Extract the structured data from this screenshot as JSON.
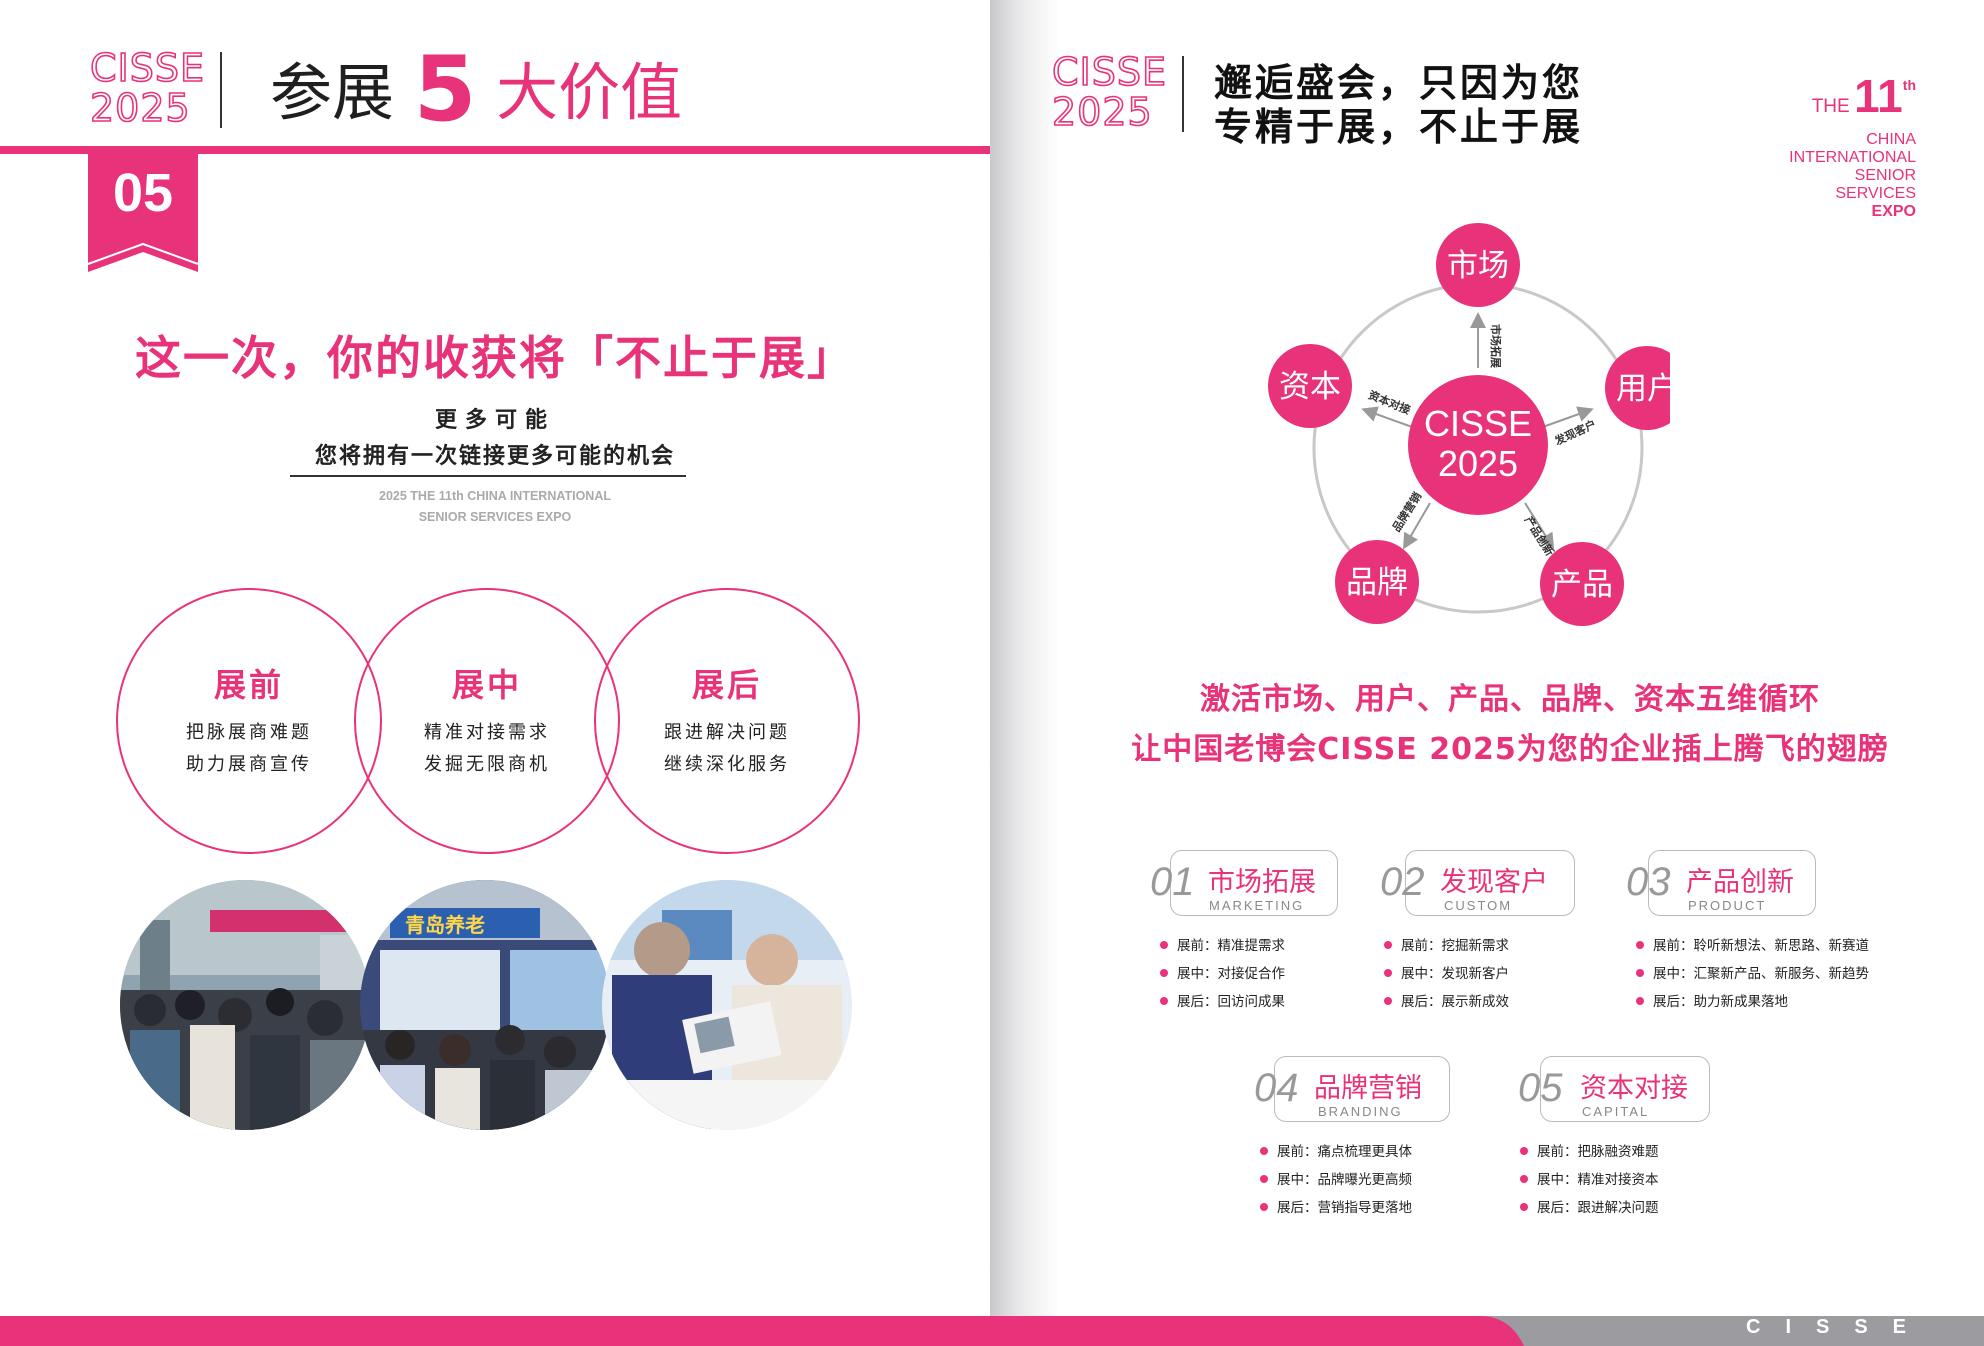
{
  "left": {
    "logo": {
      "line1": "CISSE",
      "line2": "2025"
    },
    "title": {
      "prefix": "参展",
      "number": "5",
      "suffix": "大价值"
    },
    "ribbon_number": "05",
    "headline": "这一次，你的收获将「不止于展」",
    "subtitle1": "更多可能",
    "subtitle2": "您将拥有一次链接更多可能的机会",
    "en_line1": "2025 THE 11th CHINA INTERNATIONAL",
    "en_line2": "SENIOR SERVICES EXPO",
    "stages": [
      {
        "title": "展前",
        "line1": "把脉展商难题",
        "line2": "助力展商宣传"
      },
      {
        "title": "展中",
        "line1": "精准对接需求",
        "line2": "发掘无限商机"
      },
      {
        "title": "展后",
        "line1": "跟进解决问题",
        "line2": "继续深化服务"
      }
    ],
    "photo_sign": "青岛养老"
  },
  "right": {
    "logo": {
      "line1": "CISSE",
      "line2": "2025"
    },
    "title_line1": "邂逅盛会，只因为您",
    "title_line2": "专精于展，不止于展",
    "expo_logo": {
      "the": "THE",
      "num": "11",
      "sup": "th",
      "l1": "CHINA",
      "l2": "INTERNATIONAL",
      "l3": "SENIOR",
      "l4": "SERVICES",
      "l5": "EXPO"
    },
    "cycle": {
      "center_line1": "CISSE",
      "center_line2": "2025",
      "nodes": [
        "市场",
        "用户",
        "产品",
        "品牌",
        "资本"
      ],
      "arrow_labels": [
        "市场拓展",
        "发现客户",
        "产品创新",
        "品牌营销",
        "资本对接"
      ]
    },
    "desc_line1": "激活市场、用户、产品、品牌、资本五维循环",
    "desc_line2": "让中国老博会CISSE 2025为您的企业插上腾飞的翅膀",
    "dimensions": [
      {
        "num": "01",
        "cn": "市场拓展",
        "en": "MARKETING",
        "items": [
          "展前：精准提需求",
          "展中：对接促合作",
          "展后：回访问成果"
        ]
      },
      {
        "num": "02",
        "cn": "发现客户",
        "en": "CUSTOM",
        "items": [
          "展前：挖掘新需求",
          "展中：发现新客户",
          "展后：展示新成效"
        ]
      },
      {
        "num": "03",
        "cn": "产品创新",
        "en": "PRODUCT",
        "items": [
          "展前：聆听新想法、新思路、新赛道",
          "展中：汇聚新产品、新服务、新趋势",
          "展后：助力新成果落地"
        ]
      },
      {
        "num": "04",
        "cn": "品牌营销",
        "en": "BRANDING",
        "items": [
          "展前：痛点梳理更具体",
          "展中：品牌曝光更高频",
          "展后：营销指导更落地"
        ]
      },
      {
        "num": "05",
        "cn": "资本对接",
        "en": "CAPITAL",
        "items": [
          "展前：把脉融资难题",
          "展中：精准对接资本",
          "展后：跟进解决问题"
        ]
      }
    ],
    "footer_text": "CISSE"
  },
  "colors": {
    "accent": "#e8337a",
    "text": "#222222",
    "muted": "#aaaaaa",
    "footer_gray": "#9c9ca0"
  }
}
